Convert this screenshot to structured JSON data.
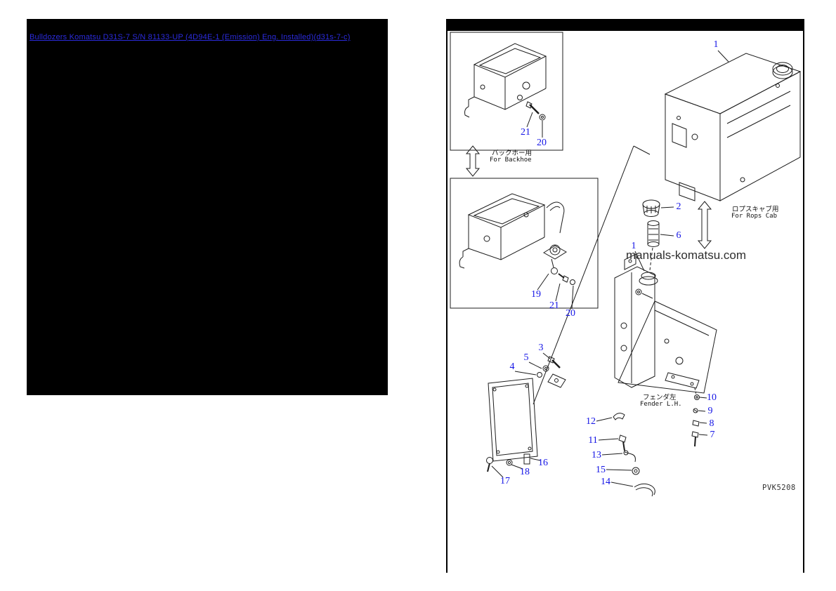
{
  "header": {
    "link_title": "Bulldozers Komatsu D31S-7 S/N 81133-UP (4D94E-1 (Emission) Eng. Installed)(d31s-7-c)"
  },
  "watermark": "manuals-komatsu.com",
  "drawing_code": "PVK5208",
  "labels": {
    "backhoe_jp": "バックホー用",
    "backhoe_en": "For Backhoe",
    "rops_cab_jp": "ロプスキャブ用",
    "rops_cab_en": "For Rops Cab",
    "fender_jp": "フェンダ左",
    "fender_en": "Fender L.H."
  },
  "callouts": [
    {
      "n": "21"
    },
    {
      "n": "20"
    },
    {
      "n": "1"
    },
    {
      "n": "2"
    },
    {
      "n": "6"
    },
    {
      "n": "1"
    },
    {
      "n": "19"
    },
    {
      "n": "21"
    },
    {
      "n": "20"
    },
    {
      "n": "3"
    },
    {
      "n": "5"
    },
    {
      "n": "4"
    },
    {
      "n": "12"
    },
    {
      "n": "11"
    },
    {
      "n": "13"
    },
    {
      "n": "15"
    },
    {
      "n": "14"
    },
    {
      "n": "16"
    },
    {
      "n": "18"
    },
    {
      "n": "17"
    },
    {
      "n": "10"
    },
    {
      "n": "9"
    },
    {
      "n": "8"
    },
    {
      "n": "7"
    }
  ],
  "colors": {
    "link_blue": "#2b2bdd",
    "callout_blue": "#1414e6",
    "panel_black": "#000000"
  }
}
